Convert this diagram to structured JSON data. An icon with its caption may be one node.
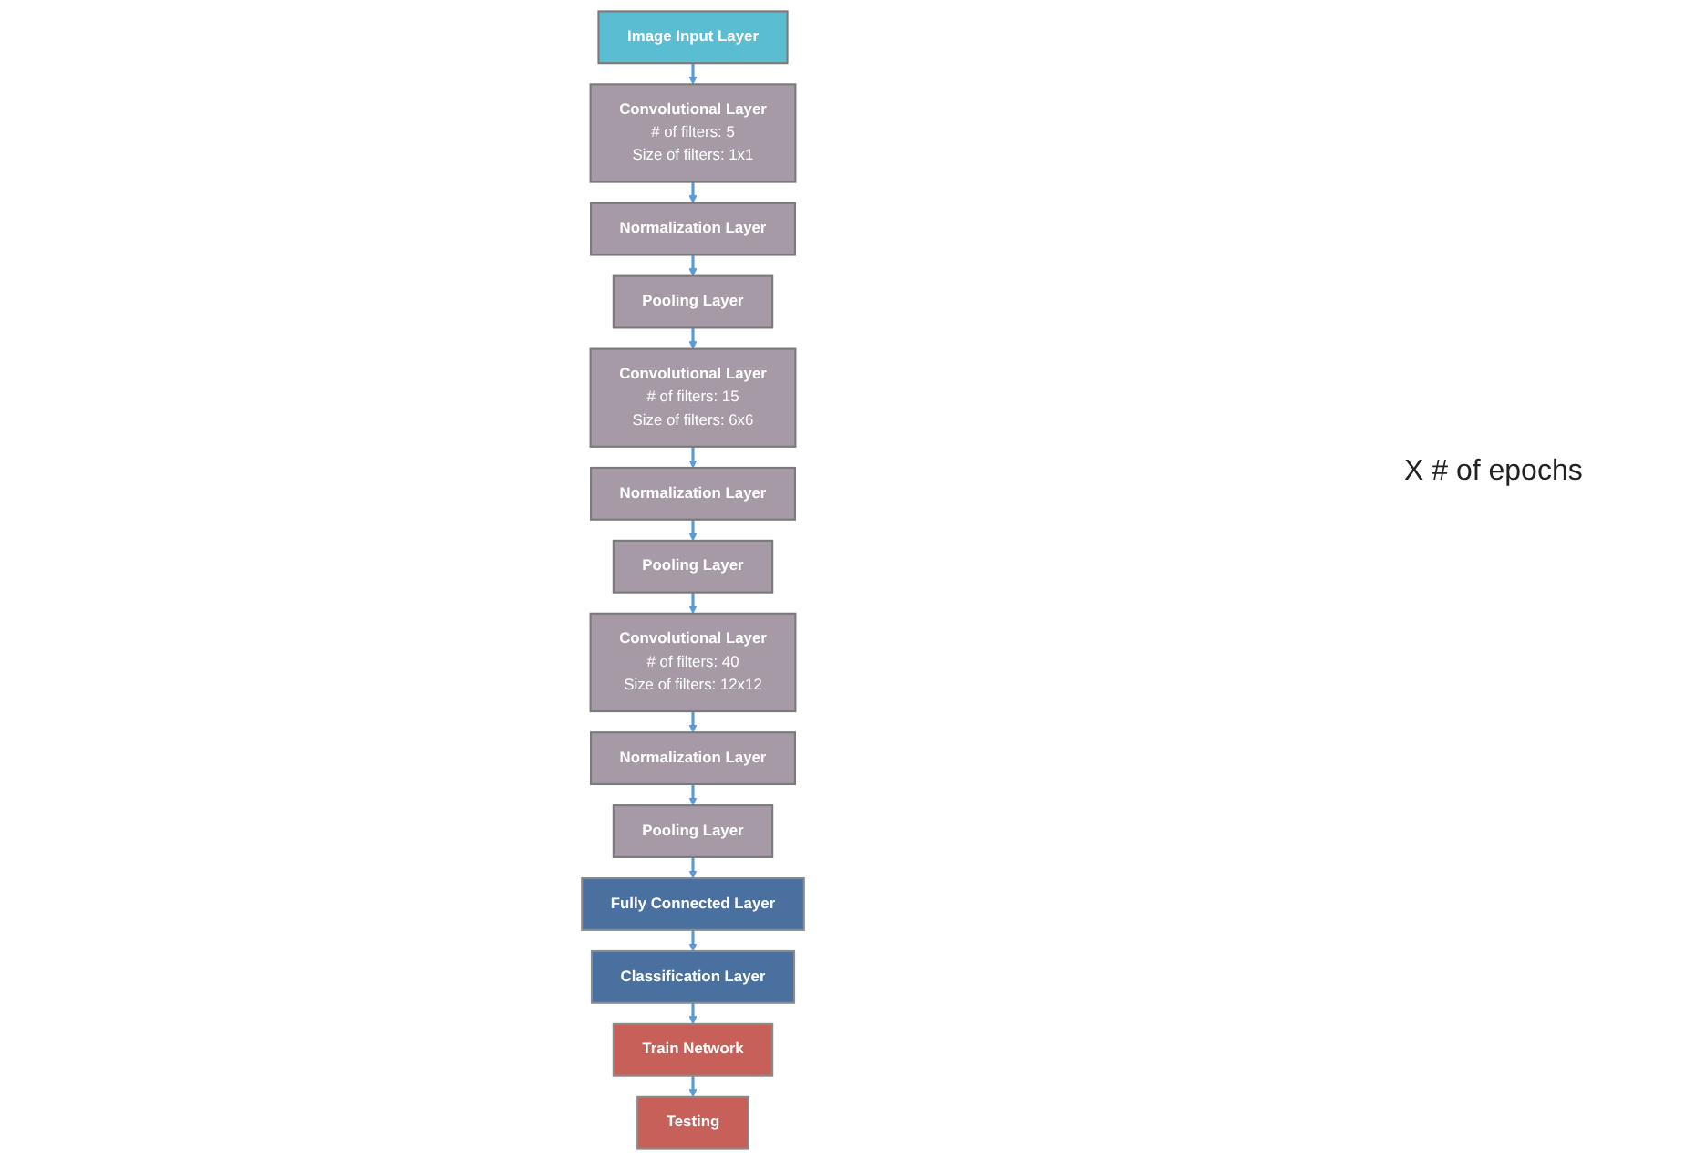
{
  "diagram": {
    "nodes": [
      {
        "text": [
          "Image Input Layer"
        ]
      },
      {
        "text": [
          "Convolutional Layer",
          "# of filters: 5",
          "Size of filters: 1x1"
        ]
      },
      {
        "text": [
          "Normalization Layer"
        ]
      },
      {
        "text": [
          "Pooling Layer"
        ]
      },
      {
        "text": [
          "Convolutional Layer",
          "# of filters: 15",
          "Size of filters: 6x6"
        ]
      },
      {
        "text": [
          "Normalization Layer"
        ]
      },
      {
        "text": [
          "Pooling Layer"
        ]
      },
      {
        "text": [
          "Convolutional Layer",
          "# of filters: 40",
          "Size of filters: 12x12"
        ]
      },
      {
        "text": [
          "Normalization Layer"
        ]
      },
      {
        "text": [
          "Pooling Layer"
        ]
      },
      {
        "text": [
          "Fully Connected Layer"
        ]
      },
      {
        "text": [
          "Classification Layer"
        ]
      },
      {
        "text": [
          "Train Network"
        ]
      },
      {
        "text": [
          "Testing"
        ]
      }
    ],
    "edges": [
      {
        "from": 0,
        "to": 1,
        "arrow": "to"
      },
      {
        "from": 1,
        "to": 2,
        "arrow": "to"
      },
      {
        "from": 2,
        "to": 3,
        "arrow": "to"
      },
      {
        "from": 3,
        "to": 4,
        "arrow": "to"
      },
      {
        "from": 4,
        "to": 5,
        "arrow": "to"
      },
      {
        "from": 5,
        "to": 6,
        "arrow": "to"
      },
      {
        "from": 6,
        "to": 7,
        "arrow": "to"
      },
      {
        "from": 7,
        "to": 8,
        "arrow": "to"
      },
      {
        "from": 8,
        "to": 9,
        "arrow": "to"
      },
      {
        "from": 9,
        "to": 10,
        "arrow": "to"
      },
      {
        "from": 10,
        "to": 11,
        "arrow": "to"
      },
      {
        "from": 11,
        "to": 12,
        "arrow": "to"
      },
      {
        "from": 12,
        "to": 13,
        "arrow": "to"
      }
    ],
    "labels": [
      "X # of epochs"
    ]
  }
}
